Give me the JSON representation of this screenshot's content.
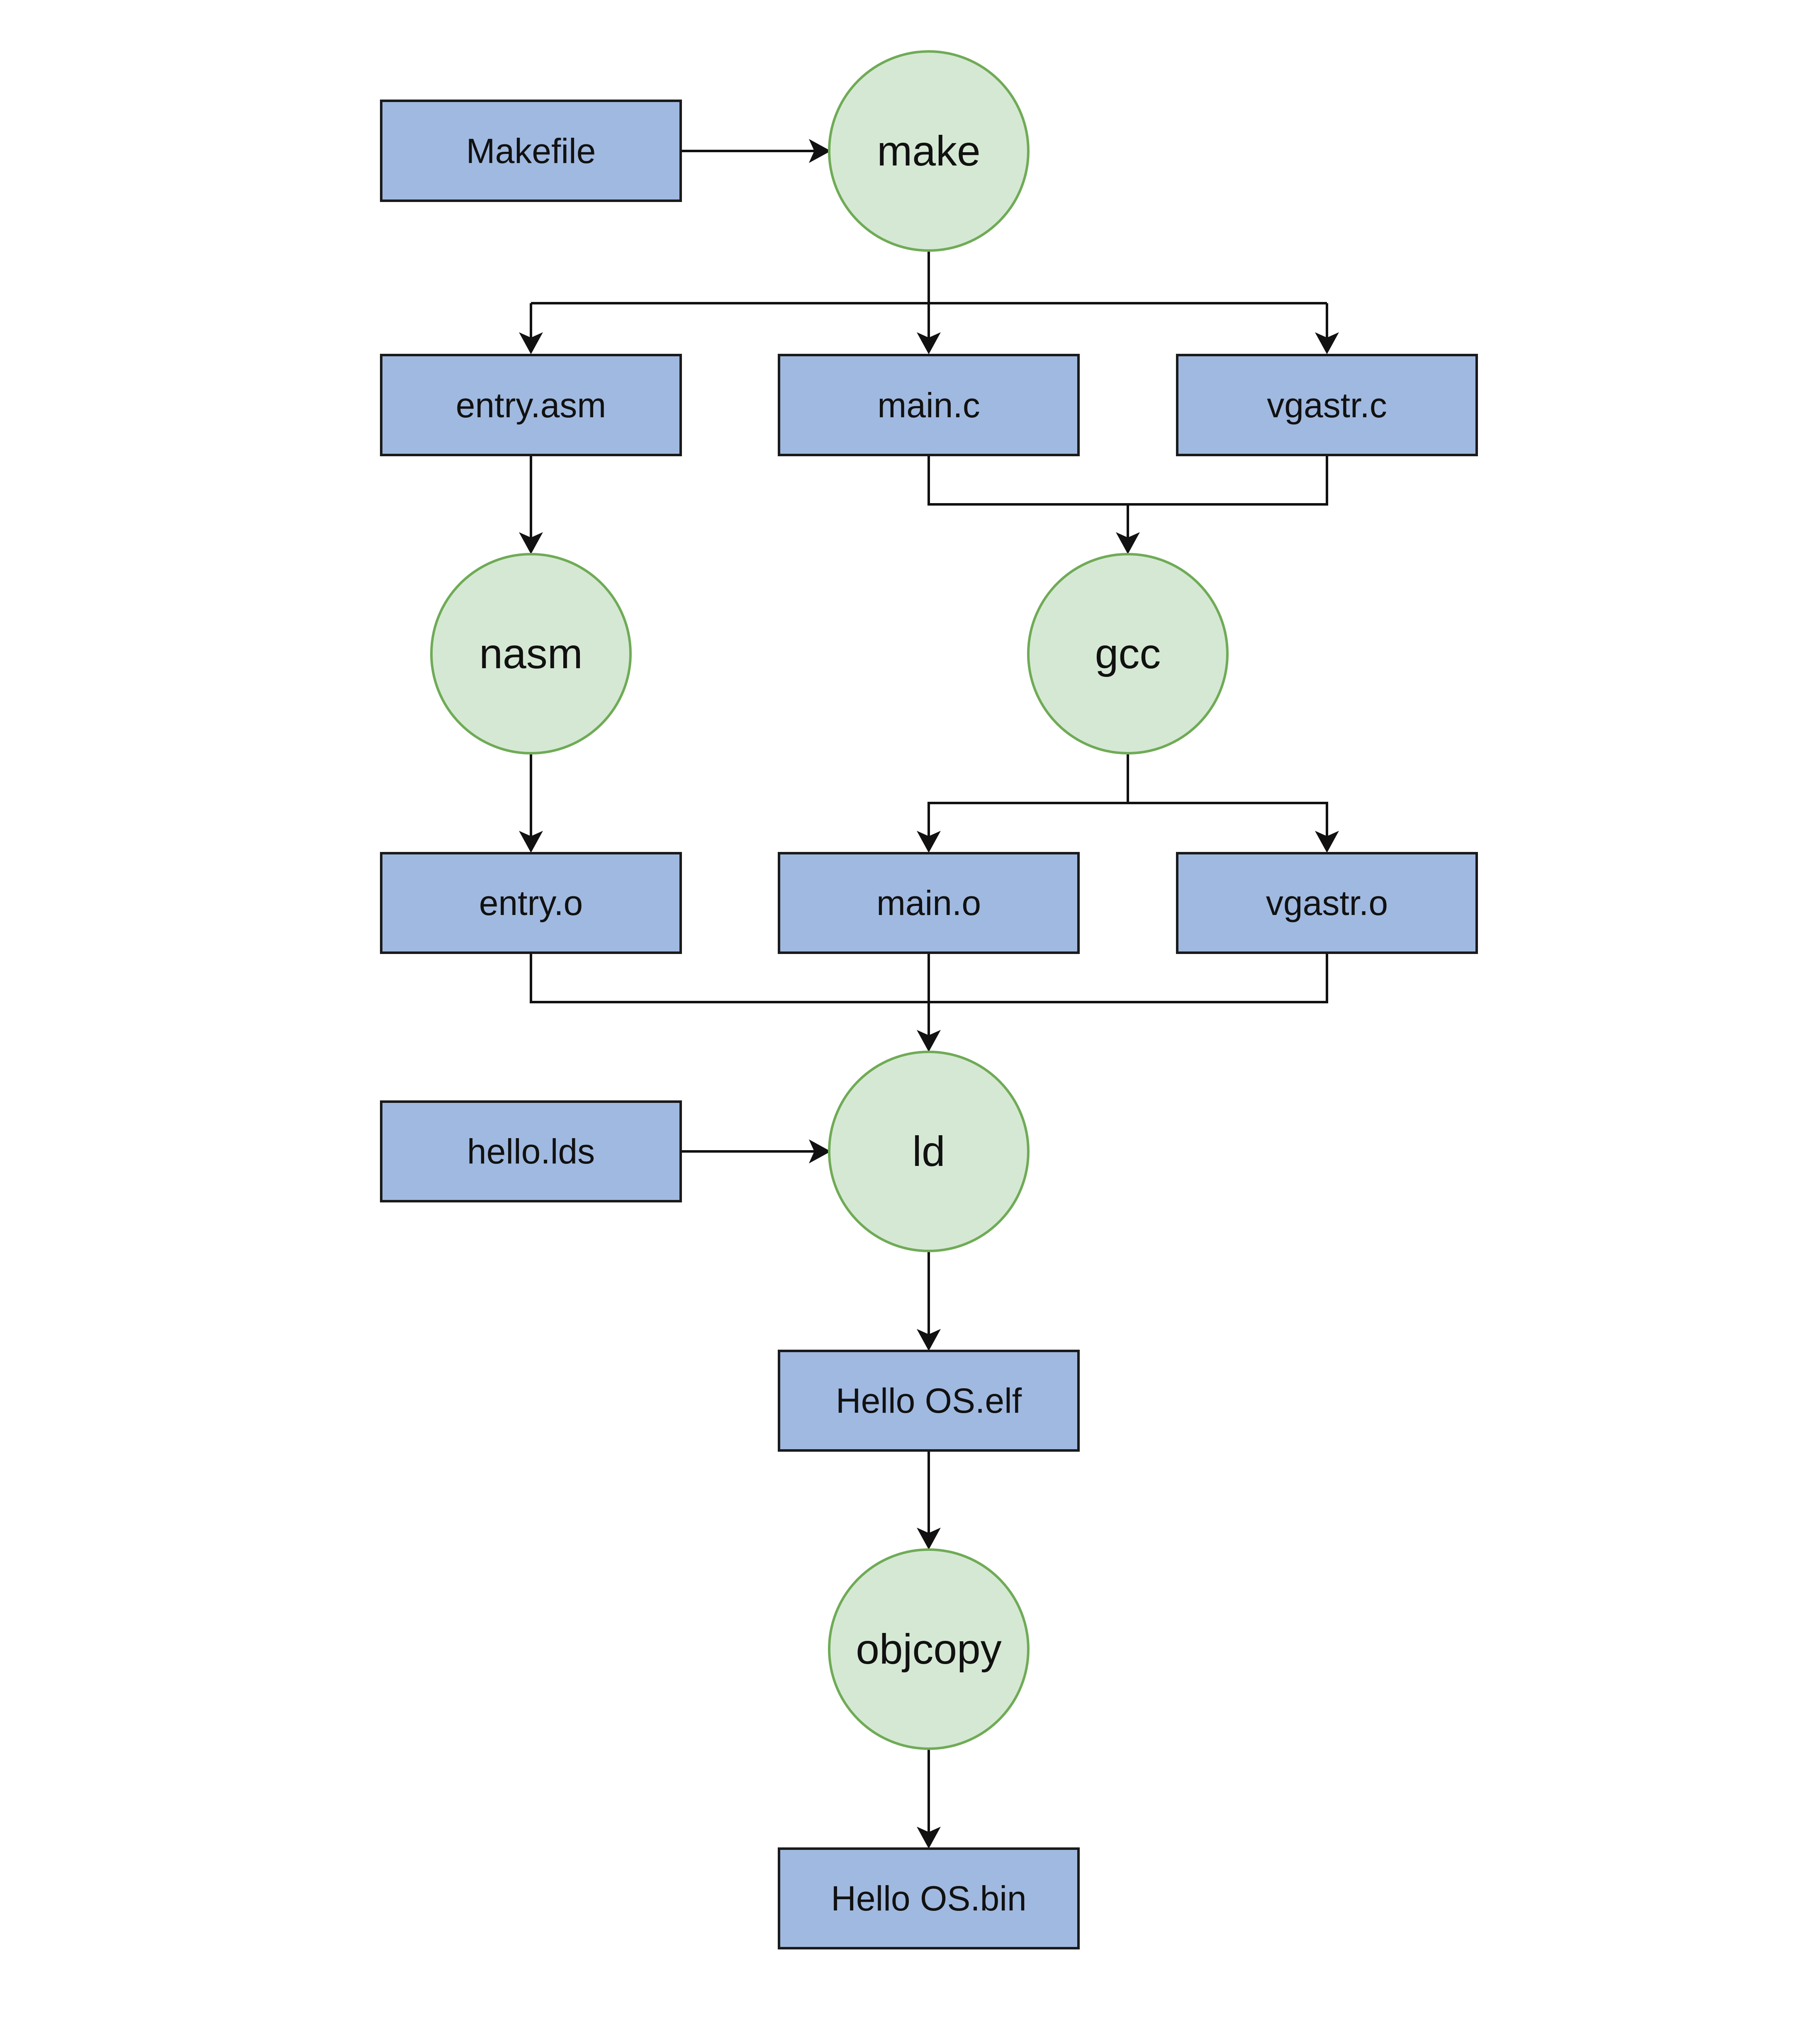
{
  "diagram": {
    "files": {
      "makefile": "Makefile",
      "entry_asm": "entry.asm",
      "main_c": "main.c",
      "vgastr_c": "vgastr.c",
      "entry_o": "entry.o",
      "main_o": "main.o",
      "vgastr_o": "vgastr.o",
      "hello_lds": "hello.lds",
      "hello_elf": "Hello OS.elf",
      "hello_bin": "Hello OS.bin"
    },
    "tools": {
      "make": "make",
      "nasm": "nasm",
      "gcc": "gcc",
      "ld": "ld",
      "objcopy": "objcopy"
    },
    "edges": [
      {
        "from": "makefile",
        "to": "make"
      },
      {
        "from": "make",
        "to": "entry_asm"
      },
      {
        "from": "make",
        "to": "main_c"
      },
      {
        "from": "make",
        "to": "vgastr_c"
      },
      {
        "from": "entry_asm",
        "to": "nasm"
      },
      {
        "from": "main_c",
        "to": "gcc"
      },
      {
        "from": "vgastr_c",
        "to": "gcc"
      },
      {
        "from": "nasm",
        "to": "entry_o"
      },
      {
        "from": "gcc",
        "to": "main_o"
      },
      {
        "from": "gcc",
        "to": "vgastr_o"
      },
      {
        "from": "entry_o",
        "to": "ld"
      },
      {
        "from": "main_o",
        "to": "ld"
      },
      {
        "from": "vgastr_o",
        "to": "ld"
      },
      {
        "from": "hello_lds",
        "to": "ld"
      },
      {
        "from": "ld",
        "to": "hello_elf"
      },
      {
        "from": "hello_elf",
        "to": "objcopy"
      },
      {
        "from": "objcopy",
        "to": "hello_bin"
      }
    ],
    "colors": {
      "file_fill": "#a0b9e0",
      "file_stroke": "#1a1a1a",
      "tool_fill": "#d5e8d4",
      "tool_stroke": "#6fab56",
      "edge": "#111111"
    },
    "shapes": {
      "file": "rectangle",
      "tool": "circle"
    }
  }
}
